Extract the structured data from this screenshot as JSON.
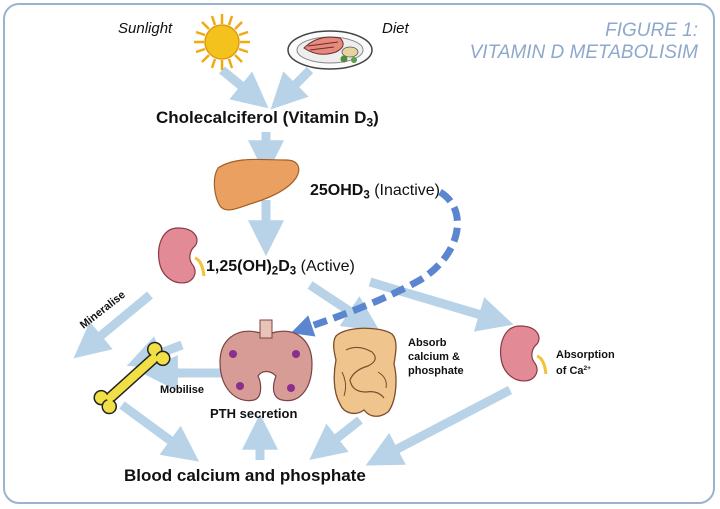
{
  "figure": {
    "title_line1": "FIGURE 1:",
    "title_line2": "VITAMIN D METABOLISIM"
  },
  "sources": {
    "sunlight": "Sunlight",
    "diet": "Diet"
  },
  "compounds": {
    "cholecalciferol": {
      "text": "Cholecalciferol (Vitamin D",
      "sub": "3",
      "close": ")"
    },
    "ohd3": {
      "bold": "25OHD",
      "sub": "3",
      "rest": " (Inactive)"
    },
    "active": {
      "bold_a": "1,25(OH)",
      "sub_a": "2",
      "bold_b": "D",
      "sub_b": "3",
      "rest": " (Active)"
    }
  },
  "processes": {
    "mineralise": "Mineralise",
    "mobilise": "Mobilise",
    "pth": "PTH secretion",
    "absorb_line1": "Absorb",
    "absorb_line2": "calcium &",
    "absorb_line3": "phosphate",
    "absorption_line1": "Absorption",
    "absorption_line2_pre": "of Ca",
    "absorption_line2_sup": "2+"
  },
  "bottom": {
    "blood": "Blood calcium and phosphate"
  },
  "colors": {
    "arrow": "#b8d3e8",
    "dashed_arrow": "#5b86cf",
    "title": "#8ea8cc",
    "frame": "#9bb2cf",
    "liver": "#e9a060",
    "kidney": "#e28a95",
    "bone": "#f0e046",
    "gland": "#d79c96",
    "sun": "#f3c21c"
  }
}
